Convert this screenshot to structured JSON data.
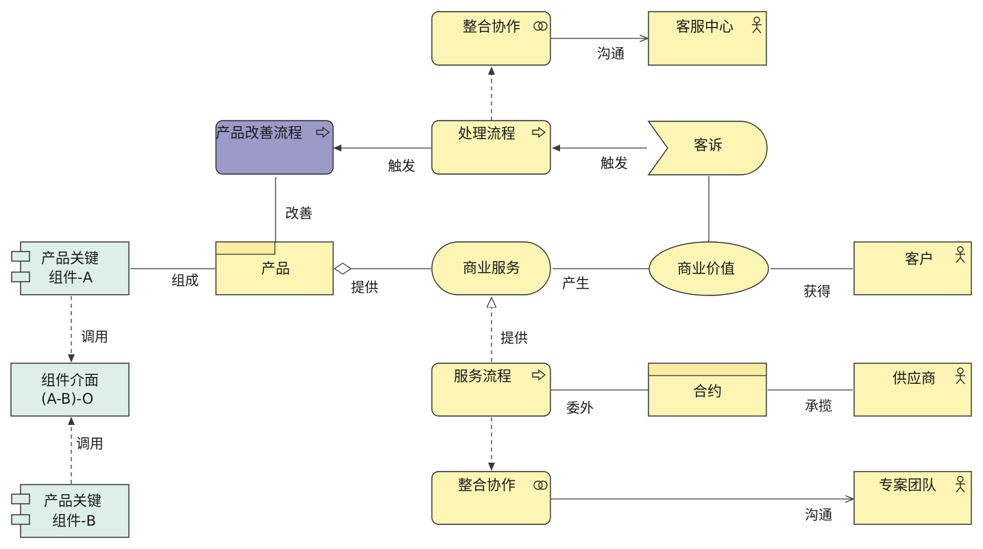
{
  "nodes": {
    "collab_top": "整合协作",
    "customer_center": "客服中心",
    "improve_process": "产品改善流程",
    "handle_process": "处理流程",
    "complaint": "客诉",
    "component_a_line1": "产品关键",
    "component_a_line2": "组件-A",
    "product": "产品",
    "business_service": "商业服务",
    "business_value": "商业价值",
    "customer": "客户",
    "interface_line1": "组件介面",
    "interface_line2": "(A-B)-O",
    "service_process": "服务流程",
    "contract": "合约",
    "supplier": "供应商",
    "component_b_line1": "产品关键",
    "component_b_line2": "组件-B",
    "collab_bottom": "整合协作",
    "project_team": "专案团队"
  },
  "edges": {
    "communicate_top": "沟通",
    "trigger_left": "触发",
    "trigger_right": "触发",
    "improve": "改善",
    "compose": "组成",
    "provide_product": "提供",
    "produce": "产生",
    "obtain": "获得",
    "invoke_top": "调用",
    "provide_service": "提供",
    "outsource": "委外",
    "undertake": "承揽",
    "invoke_bottom": "调用",
    "communicate_bottom": "沟通"
  }
}
